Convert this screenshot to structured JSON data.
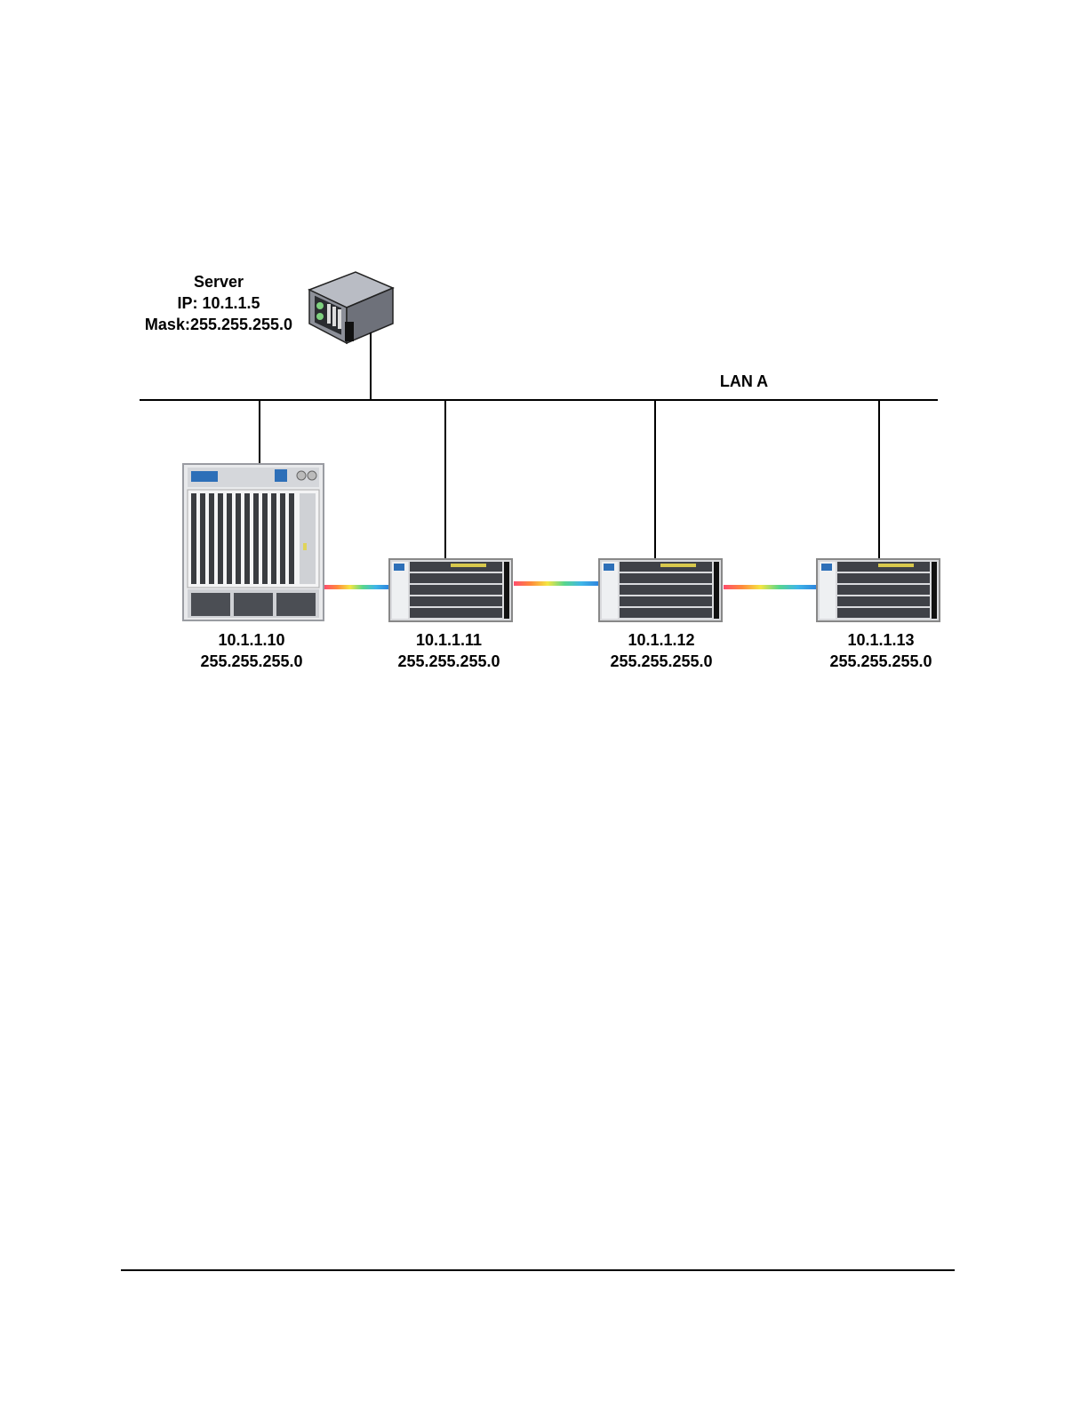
{
  "server": {
    "icon": "server-icon",
    "lines": [
      "Server",
      "IP: 10.1.1.5",
      "Mask:255.255.255.0"
    ]
  },
  "lan": {
    "label": "LAN A"
  },
  "nodes": [
    {
      "icon": "large-chassis-icon",
      "ip": "10.1.1.10",
      "mask": "255.255.255.0"
    },
    {
      "icon": "compact-chassis-icon",
      "ip": "10.1.1.11",
      "mask": "255.255.255.0"
    },
    {
      "icon": "compact-chassis-icon",
      "ip": "10.1.1.12",
      "mask": "255.255.255.0"
    },
    {
      "icon": "compact-chassis-icon",
      "ip": "10.1.1.13",
      "mask": "255.255.255.0"
    }
  ],
  "colors": {
    "fiber_gradient": [
      "#ff4d6d",
      "#f5e642",
      "#58d68d",
      "#2e86de"
    ]
  }
}
